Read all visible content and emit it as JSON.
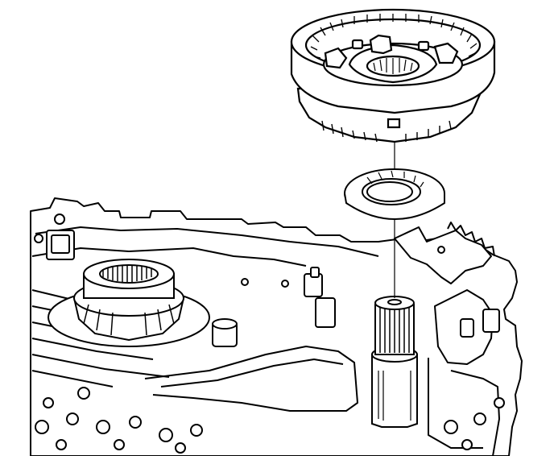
{
  "diagram": {
    "style": "black-and-white line art",
    "colors": {
      "ink": "#000000",
      "paper": "#ffffff"
    },
    "components": [
      {
        "name": "planetary-ring-gear-assembly"
      },
      {
        "name": "thrust-bearing"
      },
      {
        "name": "output-shaft"
      },
      {
        "name": "transmission-case"
      },
      {
        "name": "sun-gear-hub"
      }
    ]
  }
}
